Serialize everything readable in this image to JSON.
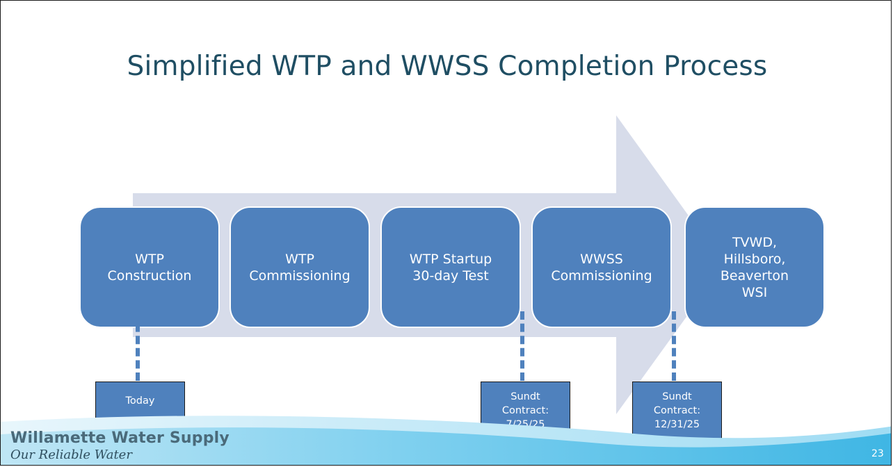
{
  "slide": {
    "title": "Simplified WTP and WWSS Completion Process",
    "page_number": "23"
  },
  "steps": [
    {
      "label": "WTP\nConstruction"
    },
    {
      "label": "WTP\nCommissioning"
    },
    {
      "label": "WTP Startup\n30-day Test"
    },
    {
      "label": "WWSS\nCommissioning"
    },
    {
      "label": "TVWD,\nHillsboro,\nBeaverton\nWSI"
    }
  ],
  "callouts": {
    "today": "Today",
    "sundt_1": "Sundt\nContract:\n7/25/25",
    "sundt_2": "Sundt\nContract:\n12/31/25"
  },
  "footer": {
    "org_name": "Willamette Water Supply",
    "tagline": "Our Reliable Water"
  },
  "colors": {
    "box_fill": "#4f81bd",
    "arrow_fill": "#d7dcea",
    "title_text": "#1f4e63",
    "footer_wave": "#5bc2e7"
  }
}
